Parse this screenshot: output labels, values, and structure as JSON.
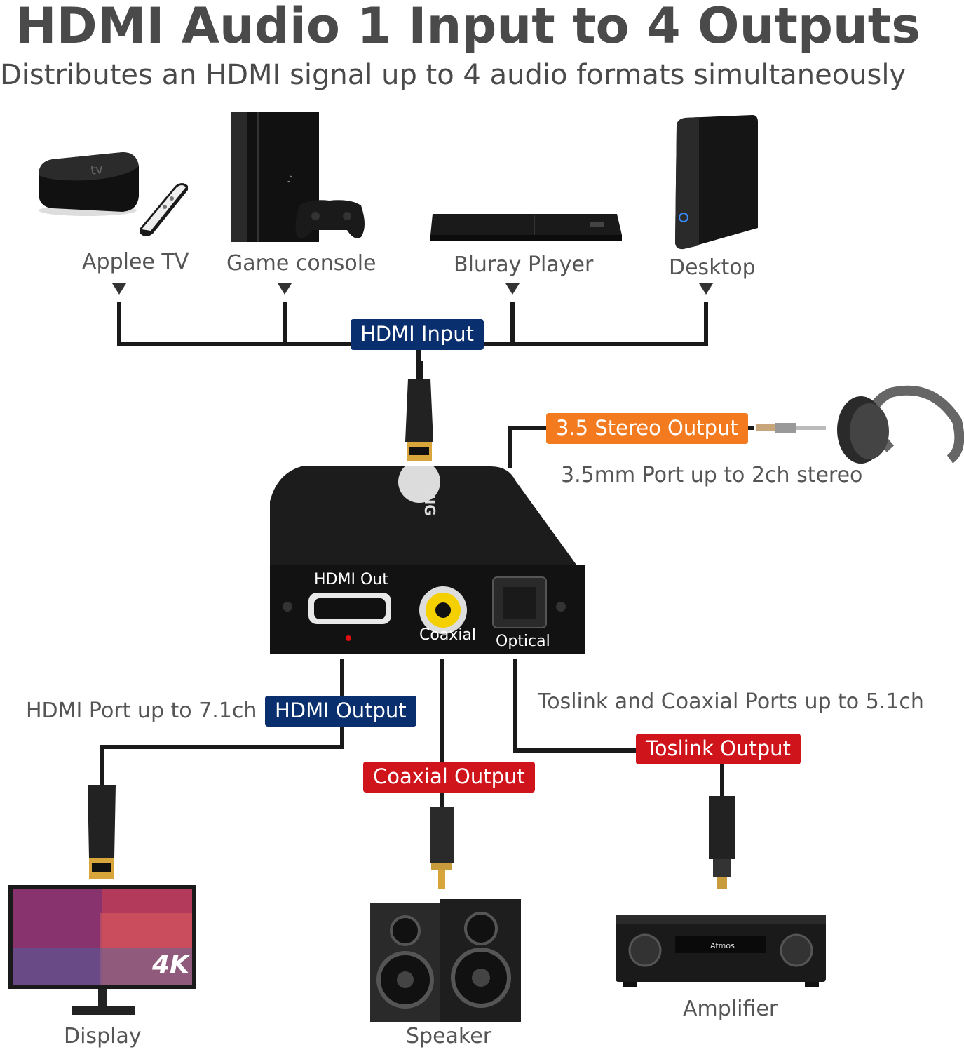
{
  "title": "HDMI Audio 1 Input to 4 Outputs",
  "subtitle": "Distributes an HDMI signal up to 4 audio formats simultaneously",
  "sources": [
    {
      "label": "Applee TV",
      "icon": "apple-tv-icon"
    },
    {
      "label": "Game console",
      "icon": "game-console-icon"
    },
    {
      "label": "Bluray Player",
      "icon": "bluray-player-icon"
    },
    {
      "label": "Desktop",
      "icon": "desktop-drive-icon"
    }
  ],
  "badges": {
    "hdmi_input": "HDMI Input",
    "stereo_output": "3.5 Stereo Output",
    "hdmi_output": "HDMI Output",
    "coaxial_output": "Coaxial Output",
    "toslink_output": "Toslink Output"
  },
  "notes": {
    "stereo": "3.5mm Port up to 2ch stereo",
    "hdmi": "HDMI Port up to 7.1ch",
    "toslink_coaxial": "Toslink and Coaxial Ports up to 5.1ch"
  },
  "hub": {
    "brand": "SIIG",
    "hdmi_out": "HDMI Out",
    "coaxial": "Coaxial",
    "optical": "Optical"
  },
  "outputs": [
    {
      "label": "Display",
      "icon": "display-icon",
      "badge_text": "4K"
    },
    {
      "label": "Speaker",
      "icon": "speaker-icon"
    },
    {
      "label": "Amplifier",
      "icon": "amplifier-icon"
    }
  ],
  "colors": {
    "navy": "#0a2f6e",
    "orange": "#f47a1f",
    "red": "#d0141b"
  }
}
